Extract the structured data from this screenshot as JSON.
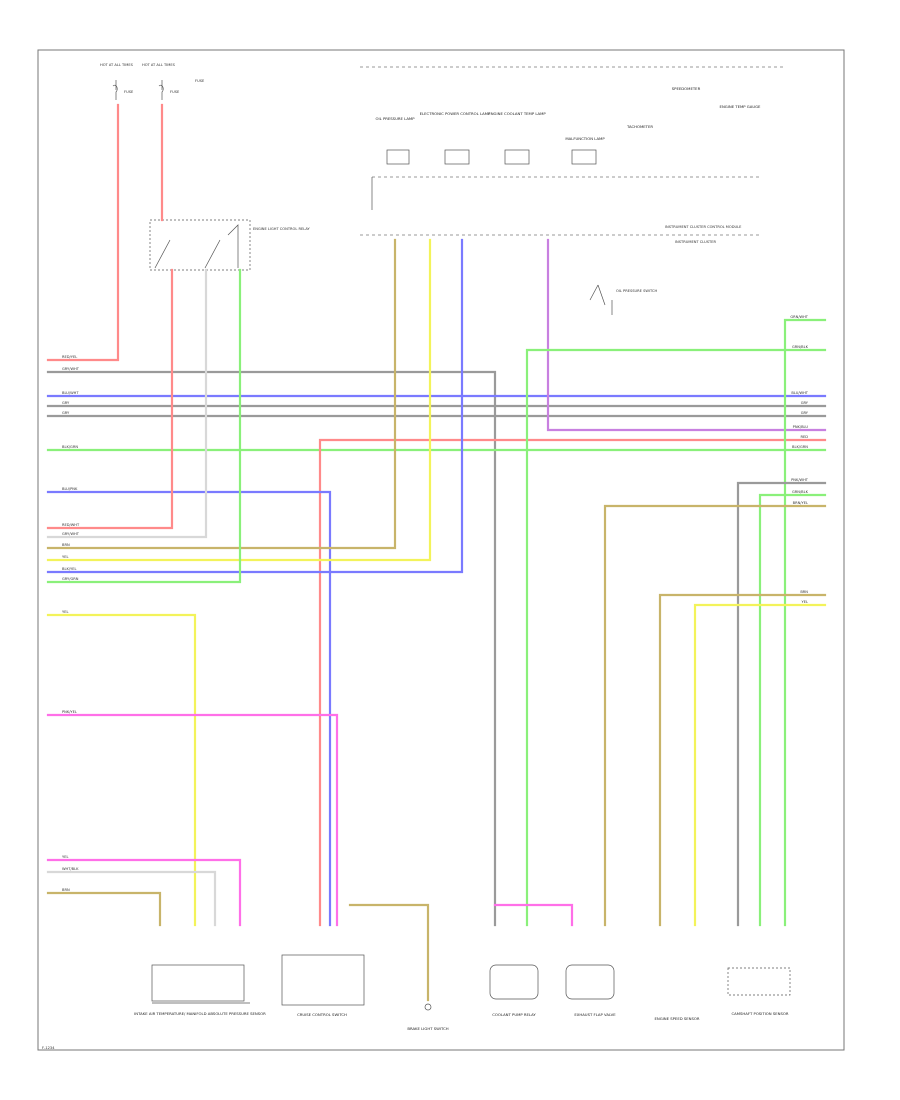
{
  "colors": {
    "red": "#ff8a8a",
    "pink": "#ff6fe8",
    "yellow": "#f3f35a",
    "tan": "#c8b46a",
    "blue": "#7a7aff",
    "green": "#8af07a",
    "gray": "#9a9a9a",
    "purple": "#c880e0",
    "white": "#d8d8d8"
  },
  "left_labels": [
    "RED/YEL",
    "GRY/WHT",
    "BLU/WHT",
    "GRY",
    "GRY",
    "BLK/GRN",
    "BLU/PNK",
    "RED/WHT",
    "GRY/WHT",
    "BRN",
    "YEL",
    "BLK/YEL",
    "GRY/GRN",
    "YEL",
    "PNK/YEL",
    "YEL",
    "WHT/BLK",
    "BRN"
  ],
  "right_labels": [
    "GRN/WHT",
    "GRN/BLK",
    "BLU/WHT",
    "GRY",
    "GRY",
    "PNK/BLU",
    "RED",
    "BLK/GRN",
    "PNK/WHT",
    "GRN/BLK",
    "BRN/YEL",
    "BRN",
    "YEL"
  ],
  "top_labels": {
    "hot_at_all_times_1": "HOT AT ALL TIMES",
    "fuse_1": "FUSE",
    "hot_at_all_times_2": "HOT AT ALL TIMES",
    "fuse_2": "FUSE",
    "relay": "ENGINE LIGHT CONTROL RELAY",
    "oil_pressure_lamp": "OIL PRESSURE LAMP",
    "electronic_power_control_lamp": "ELECTRONIC POWER CONTROL LAMP",
    "engine_coolant_temp_lamp": "ENGINE COOLANT TEMP LAMP",
    "malfunction_lamp": "MALFUNCTION LAMP",
    "tachometer": "TACHOMETER",
    "speedometer": "SPEEDOMETER",
    "engine_temp_gauge": "ENGINE TEMP GAUGE",
    "cluster_control_module": "INSTRUMENT CLUSTER CONTROL MODULE",
    "instrument_cluster": "INSTRUMENT CLUSTER",
    "oil_pressure_switch": "OIL PRESSURE SWITCH"
  },
  "components": {
    "intake_air_temp_sensor": "INTAKE AIR TEMPERATURE/ MANIFOLD ABSOLUTE PRESSURE SENSOR",
    "cruise_control_switch": "CRUISE CONTROL SWITCH",
    "brake_light_switch": "BRAKE LIGHT SWITCH",
    "coolant_pump_relay": "COOLANT PUMP RELAY",
    "exhaust_flap_valve": "EXHAUST FLAP VALVE",
    "engine_speed_sensor": "ENGINE SPEED SENSOR",
    "camshaft_position_sensor": "CAMSHAFT POSITION SENSOR"
  },
  "footer": {
    "code": "F-1234"
  }
}
